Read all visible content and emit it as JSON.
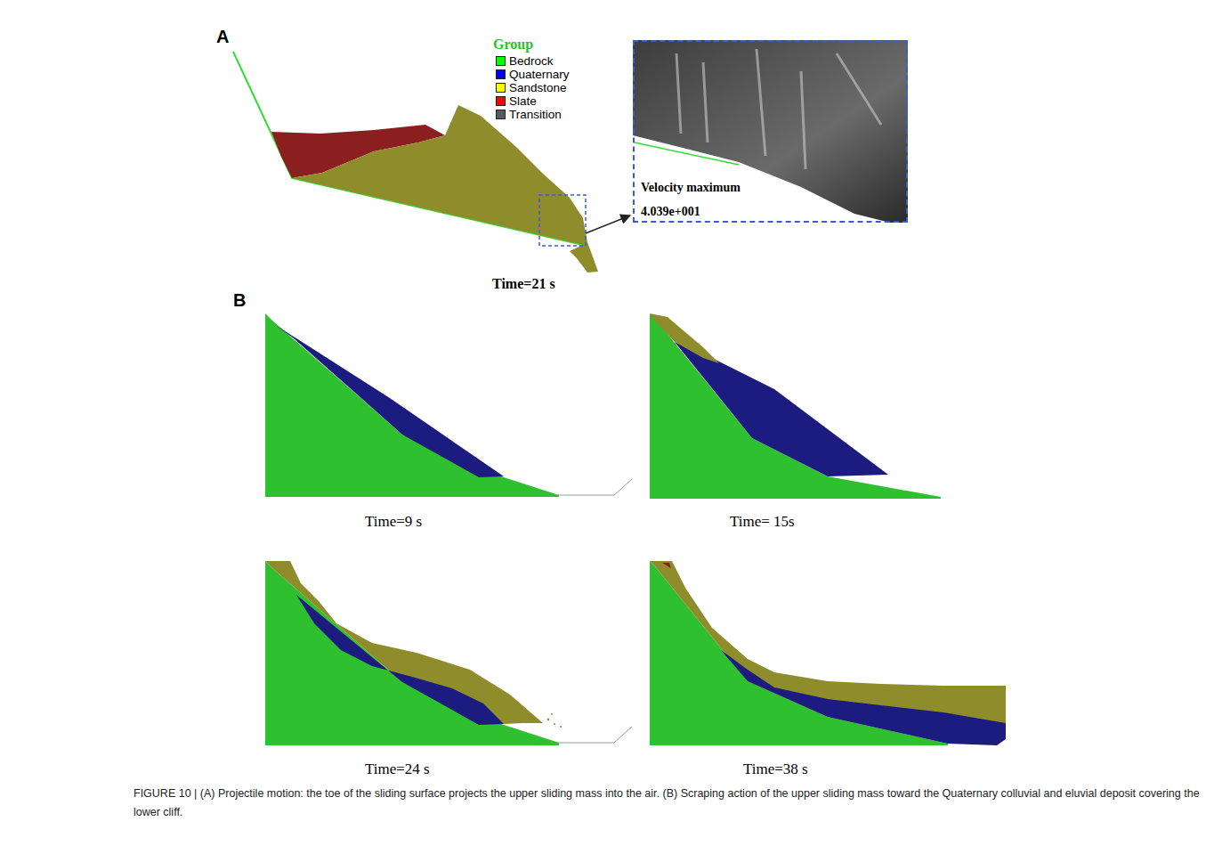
{
  "diagram": {
    "caption": "FIGURE 10 | (A) Projectile motion: the toe of the sliding surface projects the upper sliding mass into the air. (B) Scraping action of the upper sliding mass toward the Quaternary colluvial and eluvial deposit covering the lower cliff.",
    "nodes": [
      {
        "text": [
          "Velocity maximum",
          "4.039e+001"
        ]
      }
    ],
    "labels": [
      "A",
      "Group",
      "Time=21 s",
      "B",
      "Time=9 s",
      "Time= 15s",
      "Time=24 s",
      "Time=38 s"
    ],
    "legend": [
      {
        "text": "Bedrock",
        "color": "#00ff00"
      },
      {
        "text": "Quaternary",
        "color": "#0000ff"
      },
      {
        "text": "Sandstone",
        "color": "#ffff00"
      },
      {
        "text": "Slate",
        "color": "#ff0000"
      },
      {
        "text": "Transition",
        "color": "#595959"
      }
    ]
  }
}
